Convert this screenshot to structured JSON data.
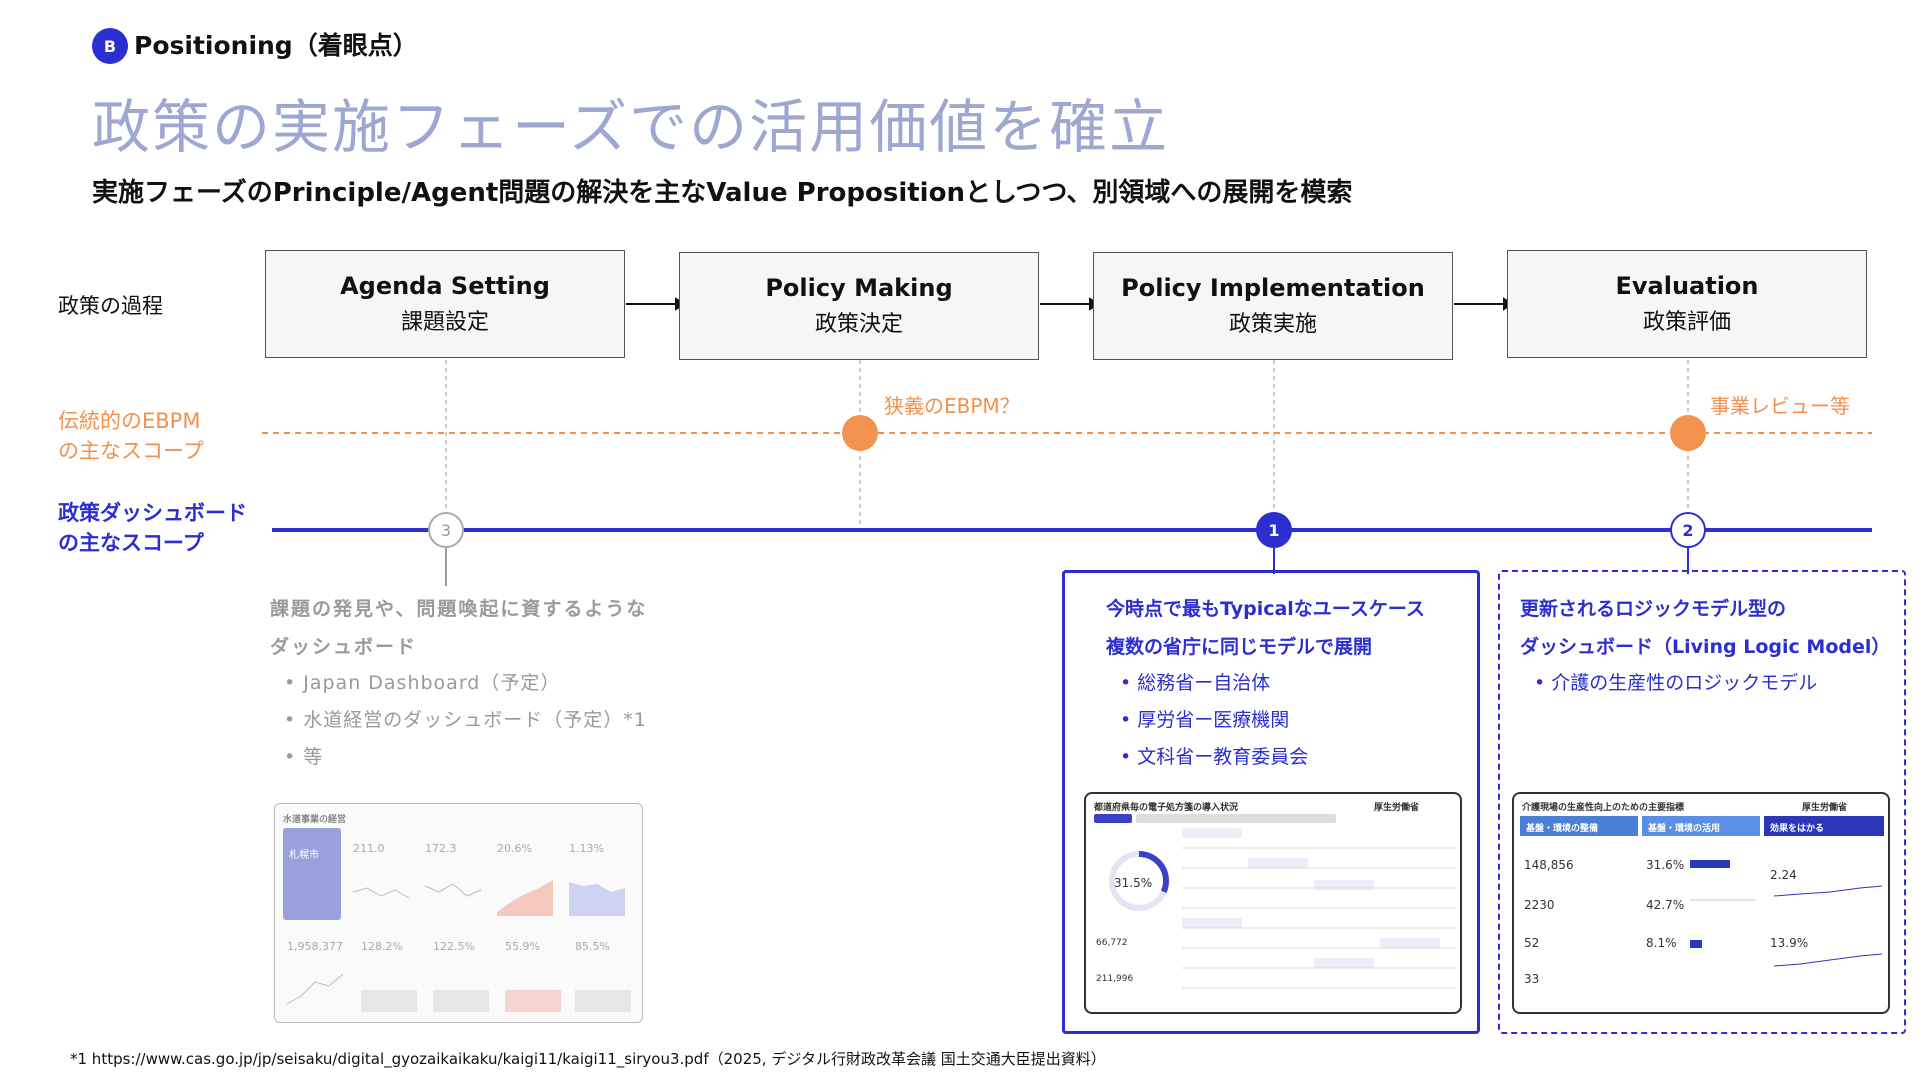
{
  "header": {
    "badge": "B",
    "section": "Positioning（着眼点）",
    "title": "政策の実施フェーズでの活用価値を確立",
    "subtitle": "実施フェーズのPrinciple/Agent問題の解決を主なValue Propositionとしつつ、別領域への展開を模索"
  },
  "rows": {
    "process": "政策の過程",
    "ebpm": [
      "伝統的のEBPM",
      "の主なスコープ"
    ],
    "dashboard": [
      "政策ダッシュボード",
      "の主なスコープ"
    ]
  },
  "stages": [
    {
      "en": "Agenda Setting",
      "ja": "課題設定"
    },
    {
      "en": "Policy Making",
      "ja": "政策決定"
    },
    {
      "en": "Policy Implementation",
      "ja": "政策実施"
    },
    {
      "en": "Evaluation",
      "ja": "政策評価"
    }
  ],
  "orange_notes": [
    "狭義のEBPM？",
    "事業レビュー等"
  ],
  "markers": [
    "3",
    "1",
    "2"
  ],
  "grey_block": {
    "lines": [
      "課題の発見や、問題喚起に資するような",
      "ダッシュボード"
    ],
    "bullets": [
      "Japan Dashboard（予定）",
      "水道経営のダッシュボード（予定）*1",
      "等"
    ]
  },
  "card1": {
    "lines": [
      "今時点で最もTypicalなユースケース",
      "複数の省庁に同じモデルで展開"
    ],
    "bullets": [
      "総務省ー自治体",
      "厚労省ー医療機関",
      "文科省ー教育委員会"
    ]
  },
  "card2": {
    "lines": [
      "更新されるロジックモデル型の",
      "ダッシュボード（Living Logic Model）"
    ],
    "bullets": [
      "介護の生産性のロジックモデル"
    ]
  },
  "mock_water": {
    "title": "水道事業の経営",
    "city": "札幌市",
    "values": [
      "211.0",
      "172.3",
      "20.6%",
      "1.13%",
      "1,958,377",
      "128.2%",
      "122.5%",
      "55.9%",
      "85.5%"
    ]
  },
  "mock_medical": {
    "title": "都道府県毎の電子処方箋の導入状況",
    "logo": "厚生労働省",
    "donut": "31.5%",
    "donut_value": 31.5,
    "stats": [
      "66,772",
      "211,996"
    ]
  },
  "mock_care": {
    "title": "介護現場の生産性向上のための主要指標",
    "logo": "厚生労働省",
    "headers": [
      "基盤・環境の整備",
      "基盤・環境の活用",
      "効果をはかる"
    ],
    "values": [
      "148,856",
      "31.6%",
      "2.24",
      "2230",
      "42.7%",
      "52",
      "8.1%",
      "13.9%",
      "33"
    ]
  },
  "footnote": "*1 https://www.cas.go.jp/jp/seisaku/digital_gyozaikaikaku/kaigi11/kaigi11_siryou3.pdf（2025, デジタル行財政改革会議 国土交通大臣提出資料）",
  "colors": {
    "accent": "#2b2fd0",
    "orange": "#f0914d",
    "title_grey": "#9ea7d2"
  }
}
